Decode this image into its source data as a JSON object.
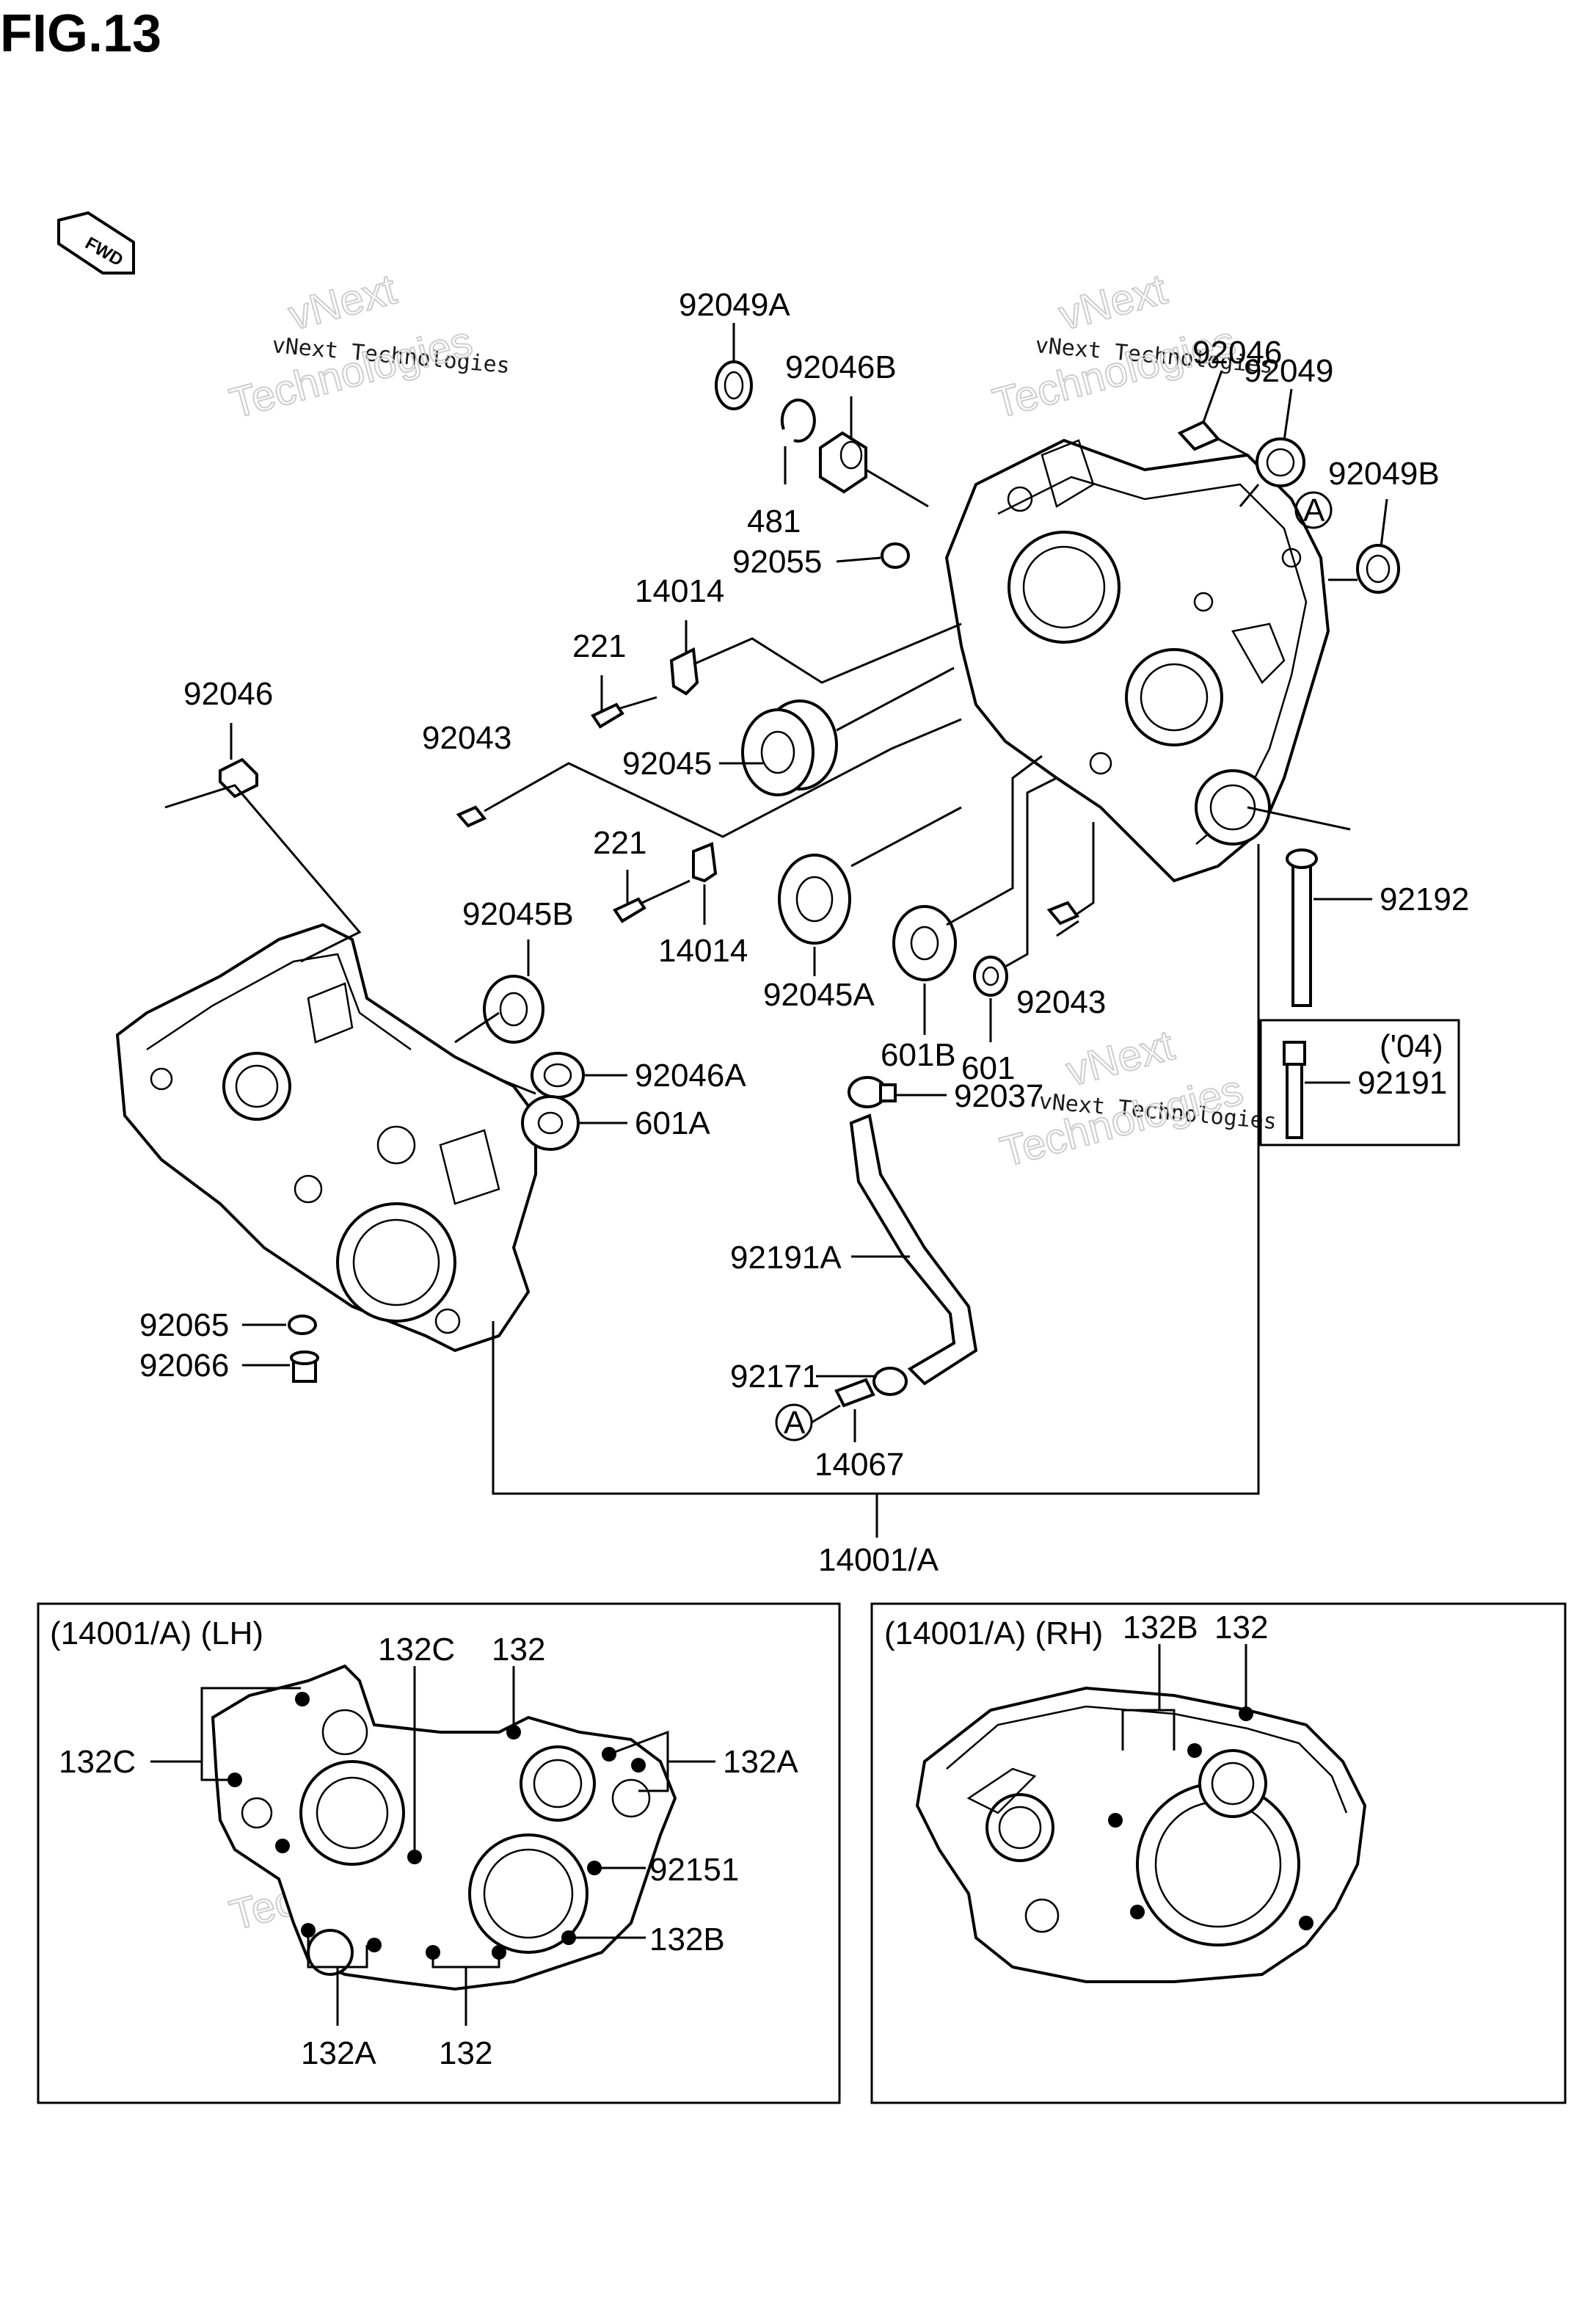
{
  "figure": {
    "title": "FIG.13",
    "fwd_label": "FWD"
  },
  "watermark": {
    "small": "vNext Technologies",
    "big": "vNext",
    "big2": "Technologies"
  },
  "labels": {
    "p92049A": "92049A",
    "p92046B": "92046B",
    "p481": "481",
    "p92055": "92055",
    "p92046_top": "92046",
    "p92049": "92049",
    "p92049B": "92049B",
    "p14014_a": "14014",
    "p221_a": "221",
    "p92046_left": "92046",
    "p92043_a": "92043",
    "p92045": "92045",
    "p221_b": "221",
    "p14014_b": "14014",
    "p92045B": "92045B",
    "p92045A": "92045A",
    "p92043_b": "92043",
    "p601B": "601B",
    "p601": "601",
    "p92192": "92192",
    "p04": "('04)",
    "p92191": "92191",
    "p92046A": "92046A",
    "p601A": "601A",
    "p92037": "92037",
    "p92191A": "92191A",
    "p92065": "92065",
    "p92066": "92066",
    "p92171": "92171",
    "pA": "A",
    "pA2": "A",
    "p14067": "14067",
    "p14001A": "14001/A"
  },
  "panel_lh": {
    "header": "(14001/A)  (LH)",
    "l132C_top": "132C",
    "l132_top": "132",
    "l132C_left": "132C",
    "l132A_right": "132A",
    "l92151": "92151",
    "l132B": "132B",
    "l132A_bottom": "132A",
    "l132_bottom": "132"
  },
  "panel_rh": {
    "header": "(14001/A)  (RH)",
    "l132B": "132B",
    "l132": "132"
  }
}
